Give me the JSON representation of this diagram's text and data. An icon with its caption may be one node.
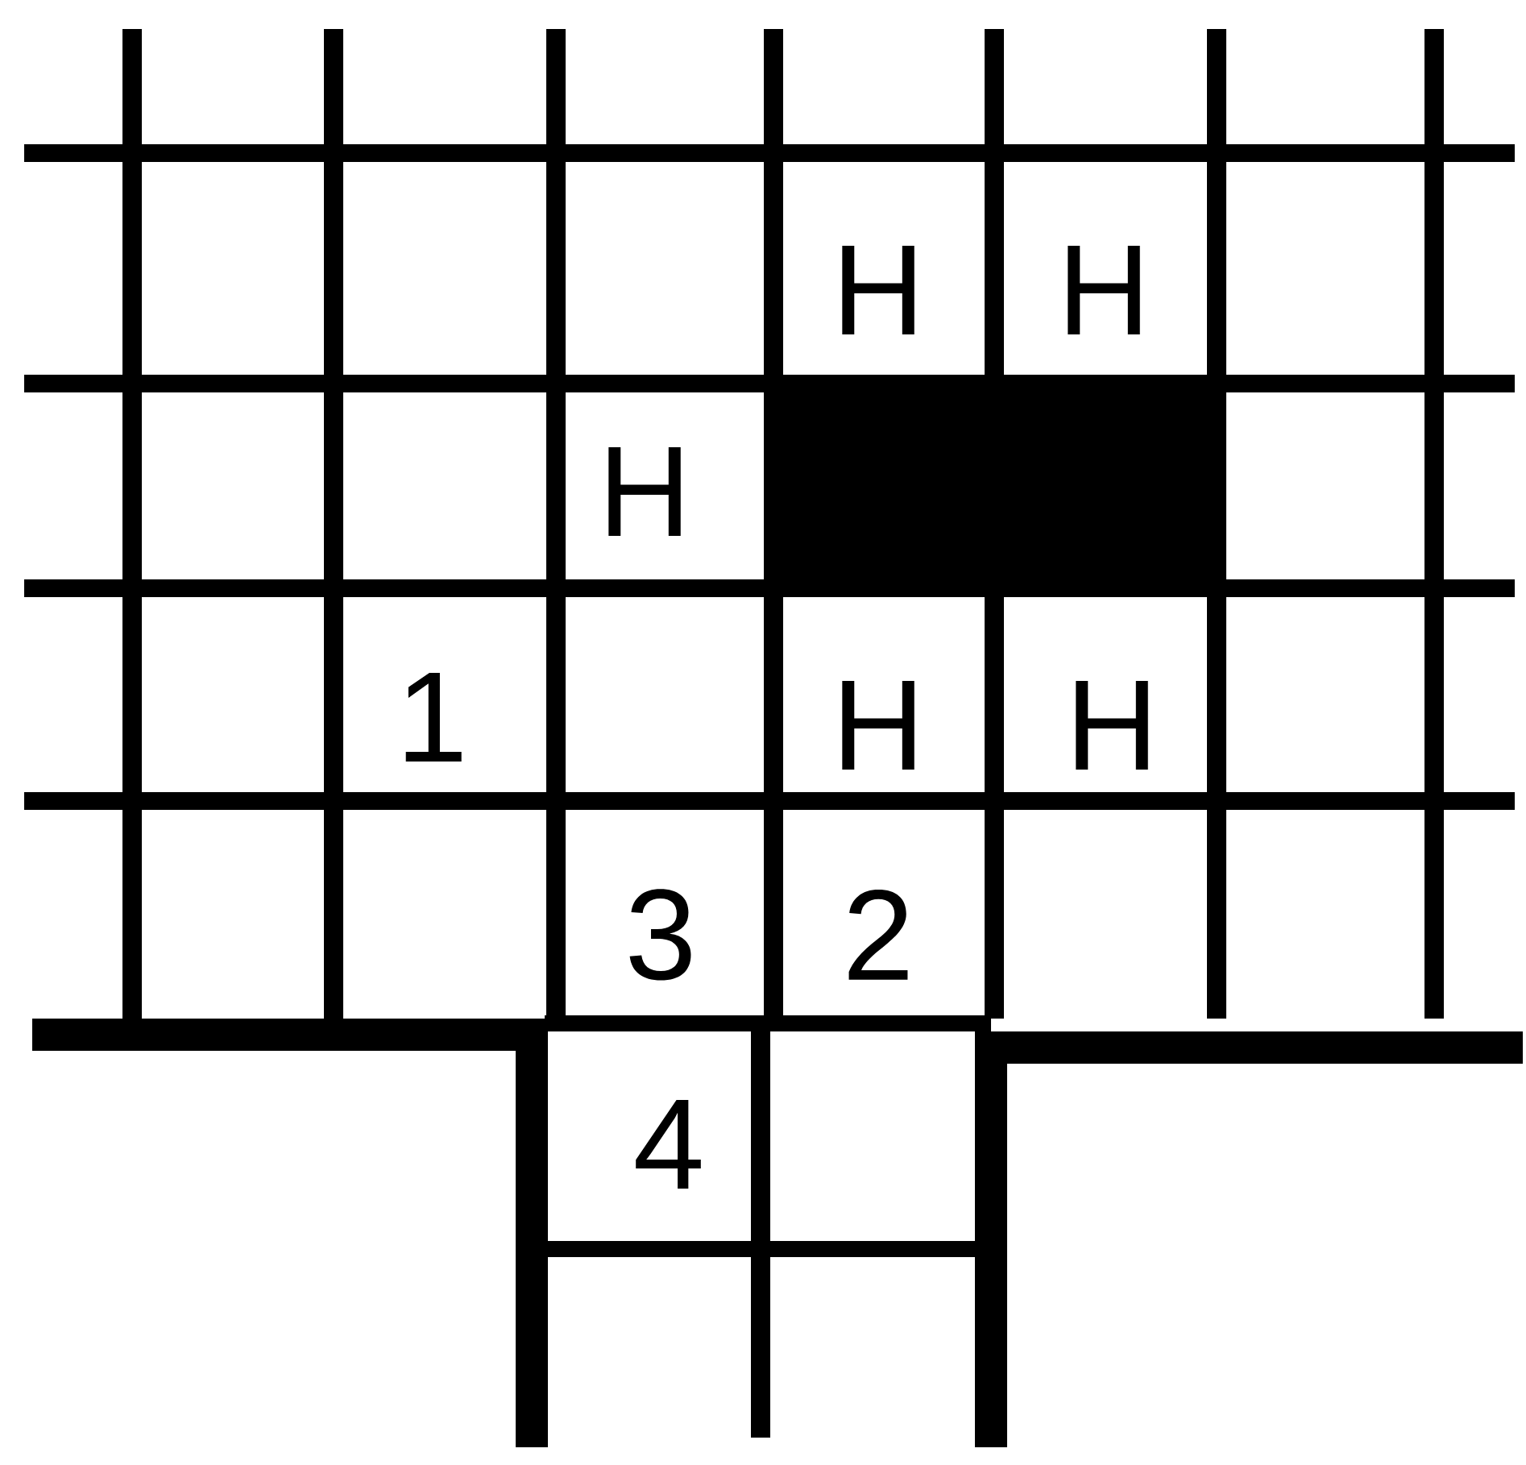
{
  "diagram": {
    "labels": [
      "H",
      "H",
      "H",
      "1",
      "H",
      "H",
      "3",
      "2",
      "4"
    ]
  }
}
